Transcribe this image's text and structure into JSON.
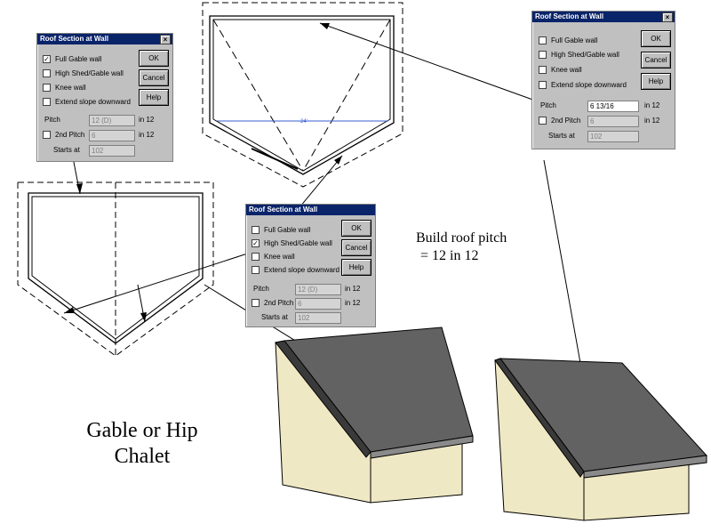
{
  "dialog1": {
    "title": "Roof Section at Wall",
    "close": "×",
    "options": [
      {
        "label": "Full Gable wall",
        "checked": true
      },
      {
        "label": "High Shed/Gable wall",
        "checked": false
      },
      {
        "label": "Knee wall",
        "checked": false
      },
      {
        "label": "Extend slope downward",
        "checked": false
      }
    ],
    "ok": "OK",
    "cancel": "Cancel",
    "help": "Help",
    "pitch_label": "Pitch",
    "pitch_value": "12 (D)",
    "in12": "in 12",
    "second_pitch_label": "2nd Pitch",
    "second_pitch_value": "6",
    "starts_label": "Starts at",
    "starts_value": "102"
  },
  "dialog2": {
    "title": "Roof Section at Wall",
    "close": "×",
    "options": [
      {
        "label": "Full Gable wall",
        "checked": false
      },
      {
        "label": "High Shed/Gable wall",
        "checked": true
      },
      {
        "label": "Knee wall",
        "checked": false
      },
      {
        "label": "Extend slope downward",
        "checked": false
      }
    ],
    "ok": "OK",
    "cancel": "Cancel",
    "help": "Help",
    "pitch_label": "Pitch",
    "pitch_value": "12 (D)",
    "in12": "in 12",
    "second_pitch_label": "2nd Pitch",
    "second_pitch_value": "6",
    "starts_label": "Starts at",
    "starts_value": "102"
  },
  "dialog3": {
    "title": "Roof Section at Wall",
    "close": "×",
    "options": [
      {
        "label": "Full Gable wall",
        "checked": false
      },
      {
        "label": "High Shed/Gable wall",
        "checked": false
      },
      {
        "label": "Knee wall",
        "checked": false
      },
      {
        "label": "Extend slope downward",
        "checked": false
      }
    ],
    "ok": "OK",
    "cancel": "Cancel",
    "help": "Help",
    "pitch_label": "Pitch",
    "pitch_value": "6 13/16",
    "in12": "in 12",
    "second_pitch_label": "2nd Pitch",
    "second_pitch_value": "6",
    "starts_label": "Starts at",
    "starts_value": "102"
  },
  "plan_dimension": "24'",
  "caption_pitch": [
    "Build roof pitch",
    "= 12 in 12"
  ],
  "caption_style": [
    "Gable or Hip",
    "Chalet"
  ],
  "colors": {
    "roof": "#626262",
    "wall": "#efe8c4",
    "title_bar": "#0a246a",
    "dialog": "#c0c0c0"
  }
}
